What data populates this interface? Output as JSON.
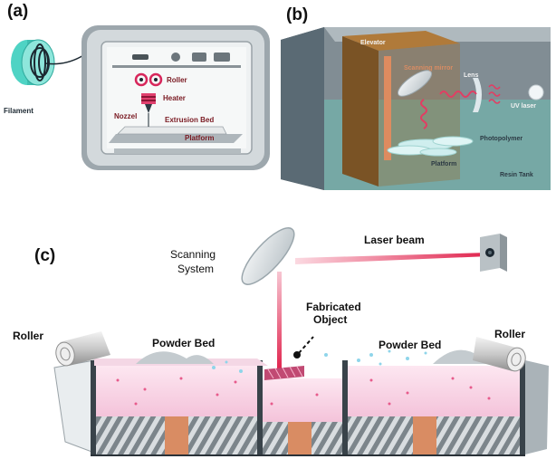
{
  "panels": [
    {
      "letter": "(a)",
      "labels": {
        "filament": "Filament",
        "roller": "Roller",
        "heater": "Heater",
        "nozzel": "Nozzel",
        "extrusion_bed": "Extrusion Bed",
        "platform": "Platform"
      }
    },
    {
      "letter": "(b)",
      "labels": {
        "elevator": "Elevator",
        "scanning_mirror": "Scanning mirror",
        "lens": "Lens",
        "uv_laser": "UV laser",
        "photopolymer": "Photopolymer",
        "platform": "Platform",
        "resin_tank": "Resin Tank"
      }
    },
    {
      "letter": "(c)",
      "labels": {
        "scanning_system_1": "Scanning",
        "scanning_system_2": "System",
        "laser_beam": "Laser beam",
        "fabricated_1": "Fabricated",
        "fabricated_2": "Object",
        "roller_left": "Roller",
        "roller_right": "Roller",
        "powder_bed_left": "Powder Bed",
        "powder_bed_right": "Powder Bed"
      }
    }
  ],
  "colors": {
    "filament": "#4fd3c4",
    "printer_body": "#cfd6da",
    "resin_tank": "#4b5c68",
    "elevator": "#9b6a2d",
    "laser": "#e23d63",
    "powder": "#f6cfe3",
    "piston": "#d98c63",
    "roller": "#dcdcdc"
  }
}
